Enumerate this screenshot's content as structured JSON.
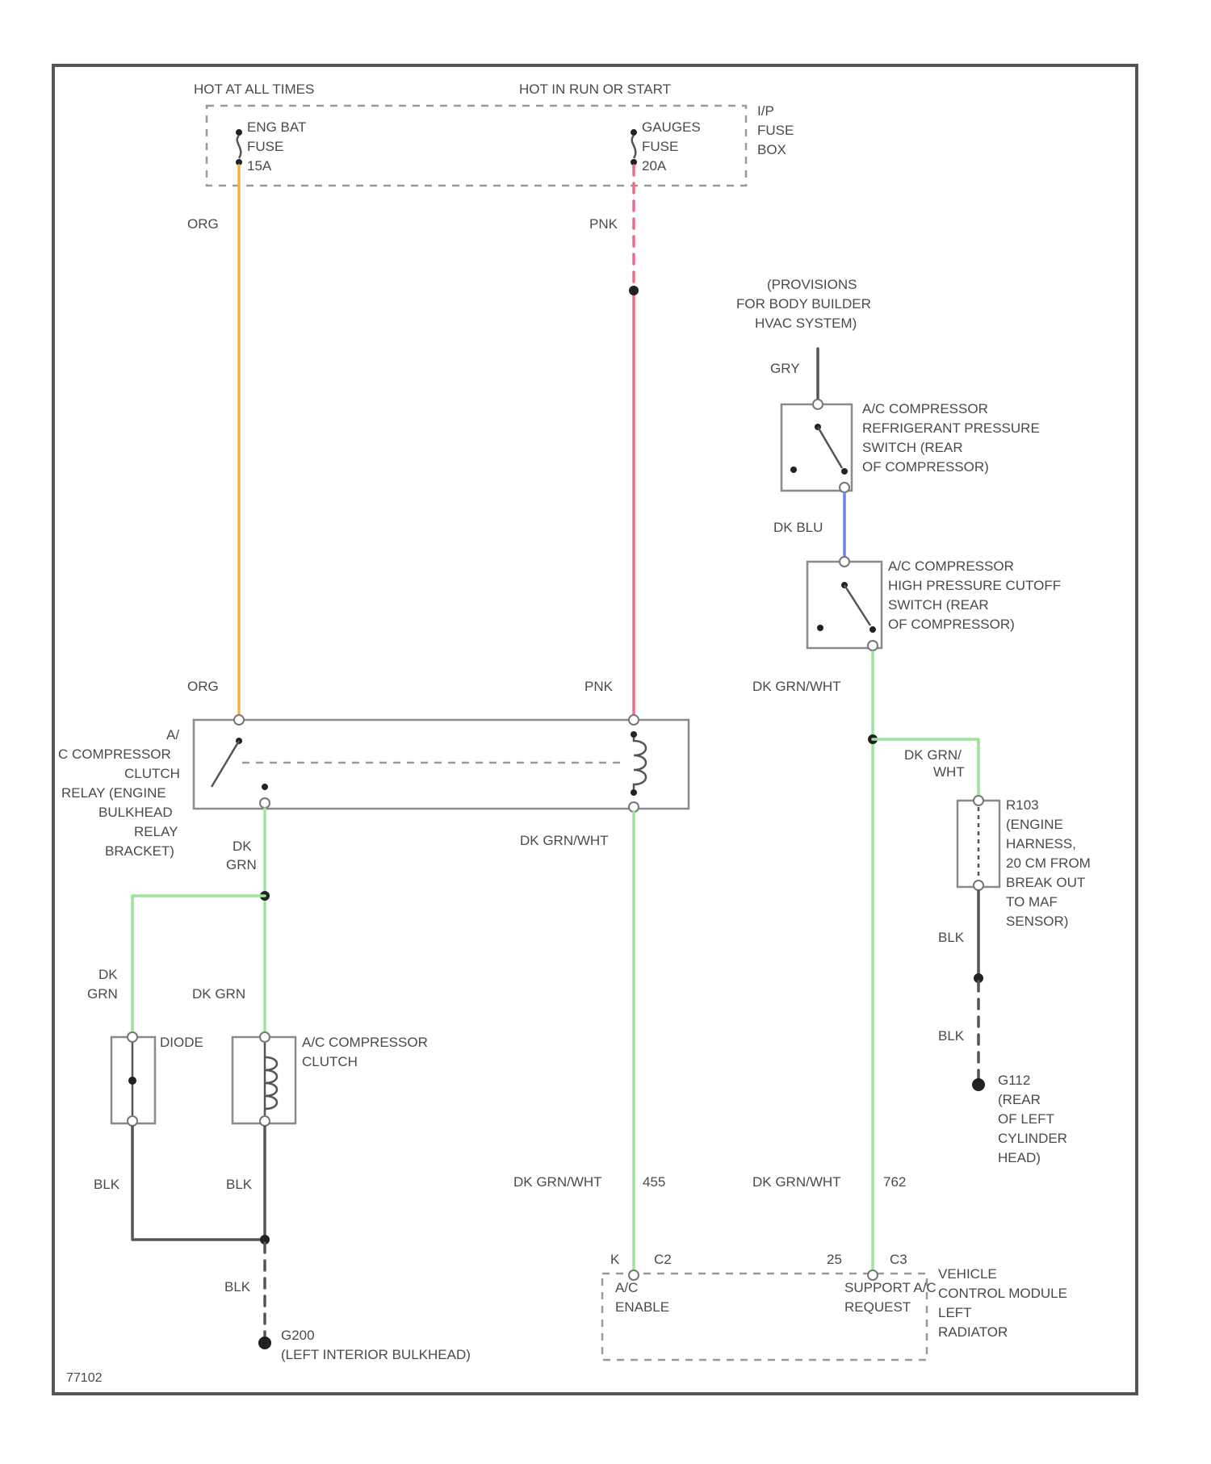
{
  "colors": {
    "orange_wire": "#f5b24a",
    "pink_wire": "#f06a8c",
    "green_wire": "#9ee39a",
    "blue_wire": "#6f86e0",
    "black_wire": "#555555"
  },
  "power": {
    "hot_at_all_times": "HOT AT ALL TIMES",
    "hot_in_run_or_start": "HOT IN RUN OR START",
    "fuse_box_1": "I/P",
    "fuse_box_2": "FUSE",
    "fuse_box_3": "BOX",
    "fuse_left_1": "ENG BAT",
    "fuse_left_2": "FUSE",
    "fuse_left_3": "15A",
    "fuse_right_1": "GAUGES",
    "fuse_right_2": "FUSE",
    "fuse_right_3": "20A"
  },
  "wires": {
    "org_top": "ORG",
    "pnk_top": "PNK",
    "org_bottom": "ORG",
    "pnk_bottom": "PNK",
    "gry": "GRY",
    "dk_blu": "DK BLU",
    "dk_grn_wht_1": "DK GRN/WHT",
    "dk_grn_1": "DK",
    "dk_grn_2": "GRN",
    "dk_grn_left_1": "DK",
    "dk_grn_left_2": "GRN",
    "dk_grn_mid": "DK GRN",
    "dk_grn_wht_relay": "DK GRN/WHT",
    "dk_grn_wht_2": "DK GRN/WHT",
    "dk_grn_wht_3": "DK GRN/WHT",
    "circuit_1": "455",
    "circuit_2": "762",
    "grn_wht_a": "DK GRN/",
    "grn_wht_b": "WHT",
    "blk_1": "BLK",
    "blk_2": "BLK",
    "blk_3": "BLK",
    "blk_4": "BLK",
    "blk_5": "BLK"
  },
  "components": {
    "provisions_1": "(PROVISIONS",
    "provisions_2": "FOR BODY BUILDER",
    "provisions_3": "HVAC SYSTEM)",
    "refrig_1": "A/C COMPRESSOR",
    "refrig_2": "REFRIGERANT PRESSURE",
    "refrig_3": "SWITCH (REAR",
    "refrig_4": "OF COMPRESSOR)",
    "hp_1": "A/C COMPRESSOR",
    "hp_2": "HIGH PRESSURE CUTOFF",
    "hp_3": "SWITCH (REAR",
    "hp_4": "OF COMPRESSOR)",
    "relay_1": "A/",
    "relay_2": "C COMPRESSOR",
    "relay_3": "CLUTCH",
    "relay_4": "RELAY (ENGINE",
    "relay_5": "BULKHEAD",
    "relay_6": "RELAY",
    "relay_7": "BRACKET)",
    "r103_1": "R103",
    "r103_2": "(ENGINE",
    "r103_3": "HARNESS,",
    "r103_4": "20 CM FROM",
    "r103_5": "BREAK OUT",
    "r103_6": "TO MAF",
    "r103_7": "SENSOR)",
    "diode": "DIODE",
    "clutch_1": "A/C COMPRESSOR",
    "clutch_2": "CLUTCH",
    "g112_1": "G112",
    "g112_2": "(REAR",
    "g112_3": "OF LEFT",
    "g112_4": "CYLINDER",
    "g112_5": "HEAD)",
    "g200_1": "G200",
    "g200_2": "(LEFT INTERIOR BULKHEAD)"
  },
  "vcm": {
    "pin_k": "K",
    "pin_c2": "C2",
    "pin_25": "25",
    "pin_c3": "C3",
    "ac_1": "A/C",
    "ac_2": "ENABLE",
    "sup_1": "SUPPORT A/C",
    "sup_2": "REQUEST",
    "title_1": "VEHICLE",
    "title_2": "CONTROL MODULE",
    "title_3": "LEFT",
    "title_4": "RADIATOR"
  },
  "figure_id": "77102"
}
